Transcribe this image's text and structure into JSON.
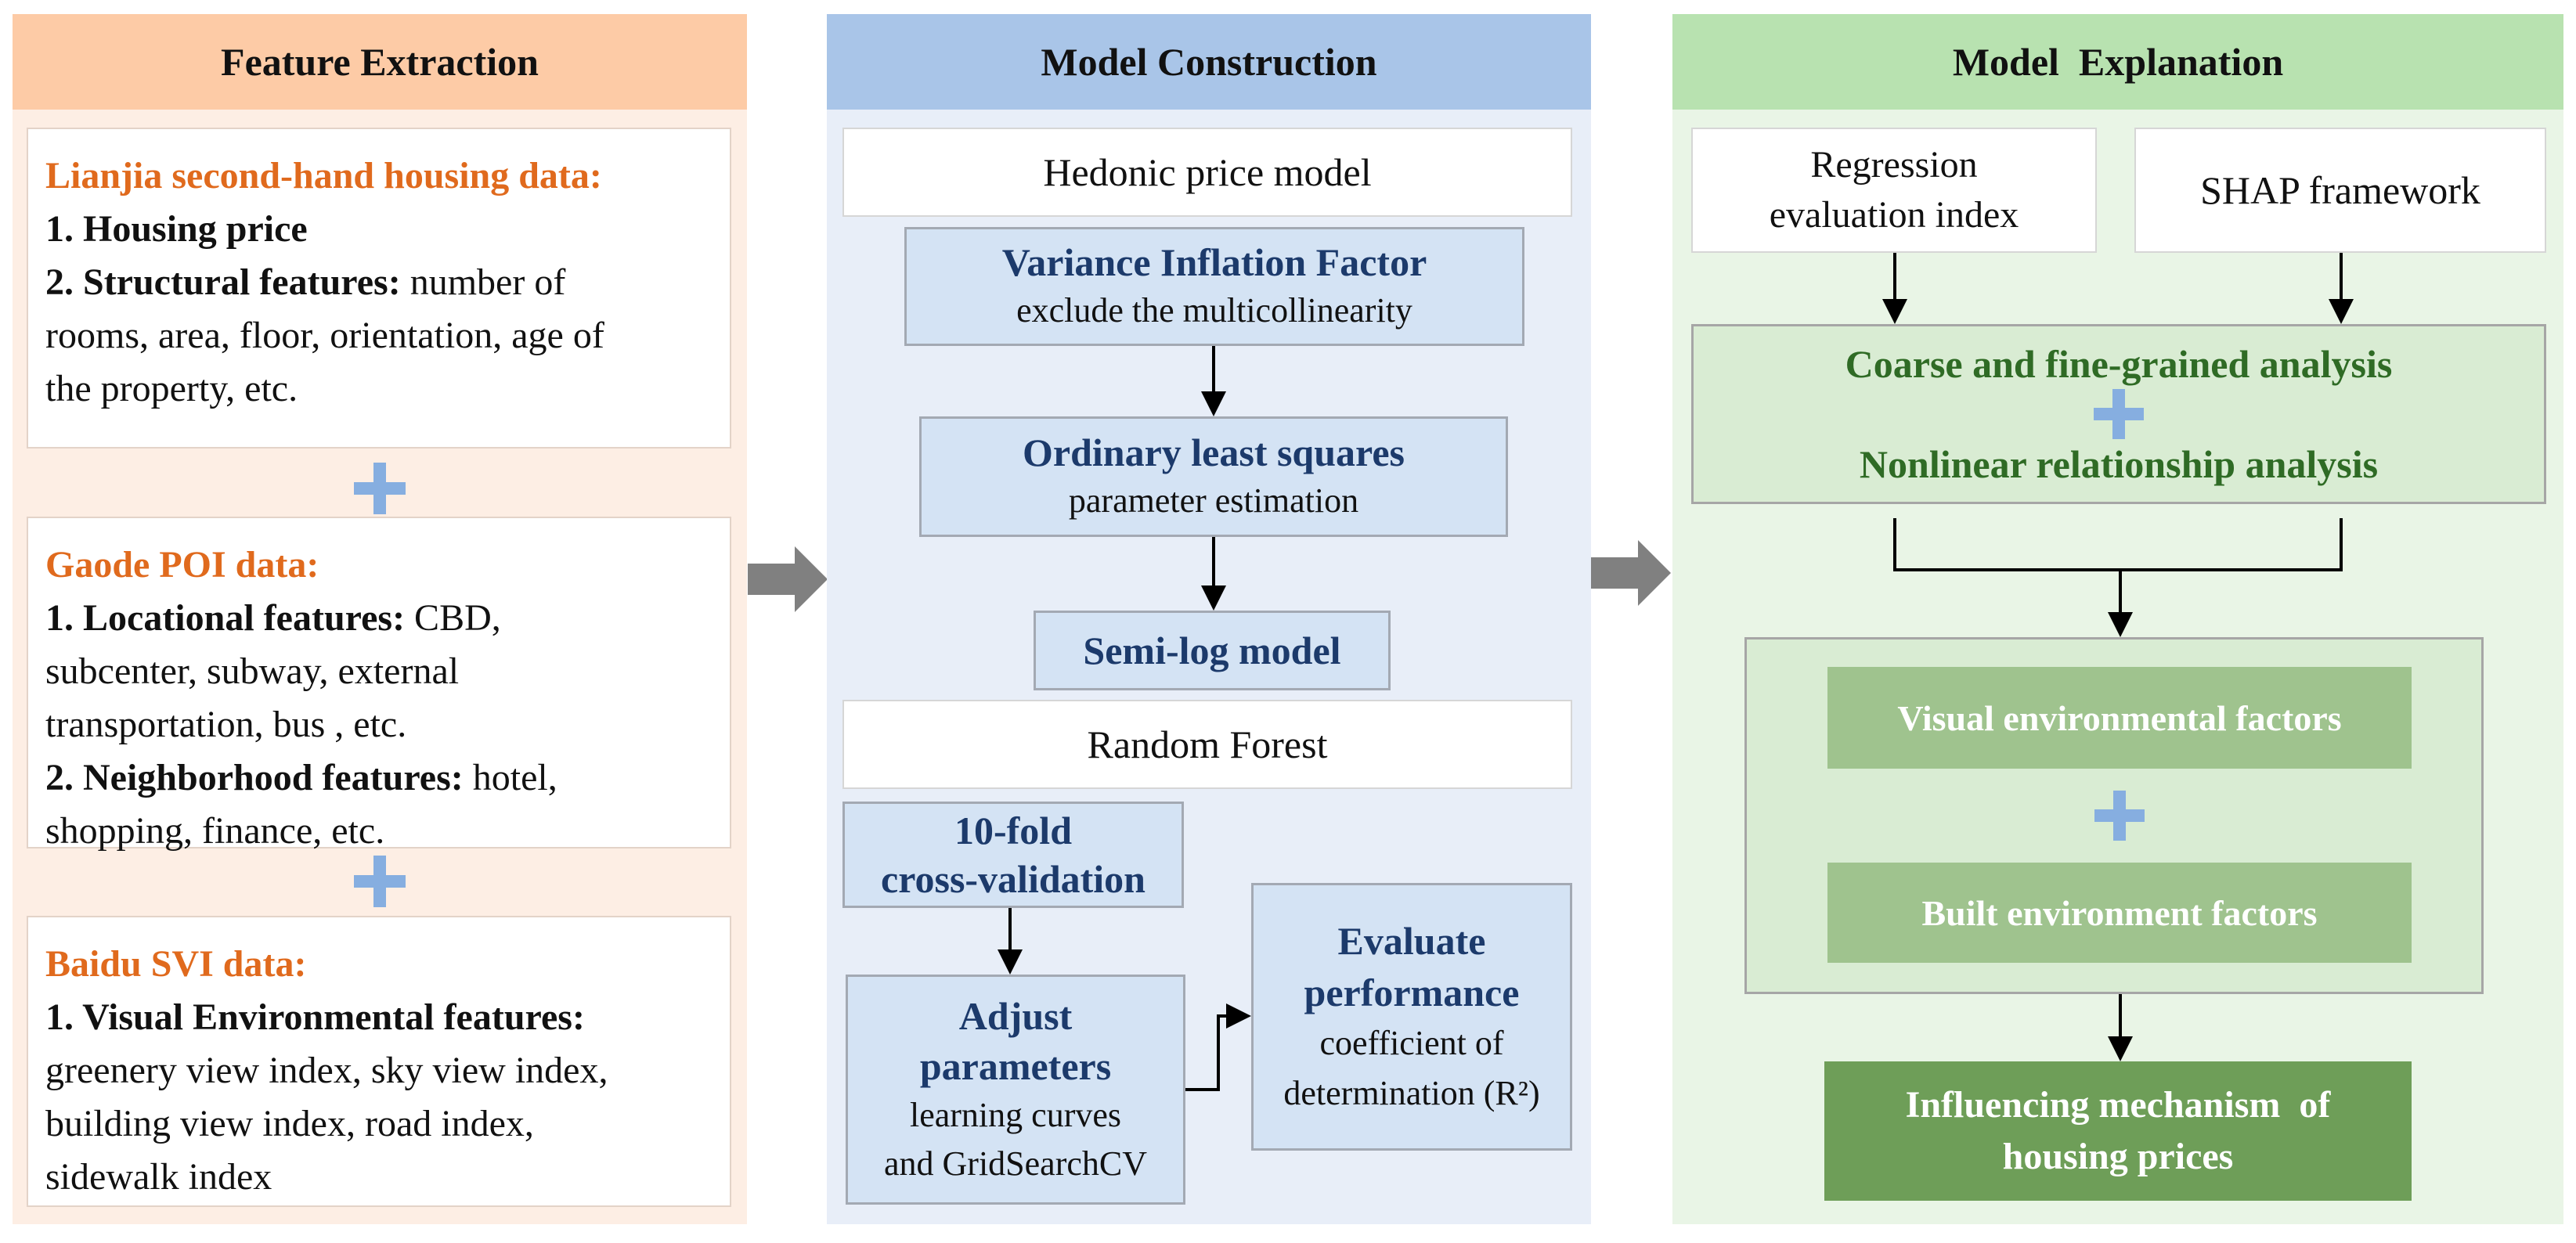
{
  "feature_extraction": {
    "title": "Feature Extraction",
    "lianjia": {
      "heading": "Lianjia second-hand housing data:",
      "item1": "1. Housing price",
      "item2_bold": "2. Structural features:",
      "item2_text": " number of",
      "item2_line2": "rooms, area, floor, orientation, age of",
      "item2_line3": "the property, etc."
    },
    "gaode": {
      "heading": "Gaode POI data:",
      "item1_bold": "1. Locational features:",
      "item1_text": " CBD,",
      "item1_line2": "subcenter, subway, external",
      "item1_line3": "transportation, bus , etc.",
      "item2_bold": "2. Neighborhood features:",
      "item2_text": " hotel,",
      "item2_line2": "shopping, finance, etc."
    },
    "baidu": {
      "heading": "Baidu SVI data:",
      "item1": "1. Visual Environmental features:",
      "line2": "greenery view index, sky view  index,",
      "line3": "building view index, road index,",
      "line4": "sidewalk index"
    },
    "plus": "+"
  },
  "model_construction": {
    "title": "Model Construction",
    "hedonic": "Hedonic price model",
    "vif_title": "Variance Inflation Factor",
    "vif_sub": "exclude the multicollinearity",
    "ols_title": "Ordinary least squares",
    "ols_sub": "parameter estimation",
    "semilog": "Semi-log model",
    "random_forest": "Random Forest",
    "cv_line1": "10-fold",
    "cv_line2": "cross-validation",
    "adjust_line1": "Adjust",
    "adjust_line2": "parameters",
    "adjust_sub1": "learning curves",
    "adjust_sub2": "and GridSearchCV",
    "eval_line1": "Evaluate",
    "eval_line2": "performance",
    "eval_sub1": "coefficient of",
    "eval_sub2": "determination (R²)"
  },
  "model_explanation": {
    "title": "Model  Explanation",
    "regression_line1": "Regression",
    "regression_line2": "evaluation index",
    "shap": "SHAP framework",
    "coarse": "Coarse and fine-grained analysis",
    "plus": "+",
    "nonlinear": "Nonlinear relationship analysis",
    "visual": "Visual environmental factors",
    "built": "Built environment factors",
    "influencing_line1": "Influencing mechanism  of",
    "influencing_line2": "housing prices"
  },
  "colors": {
    "orange_head": "#fdcba6",
    "orange_body": "#fdeee4",
    "orange_text": "#e06a1d",
    "blue_head": "#a9c5e8",
    "blue_body": "#e8eef8",
    "green_head": "#b8e2b0",
    "green_body": "#e9f5e6",
    "plus_blue": "#86aee0",
    "dark_green": "#6e9e58"
  }
}
